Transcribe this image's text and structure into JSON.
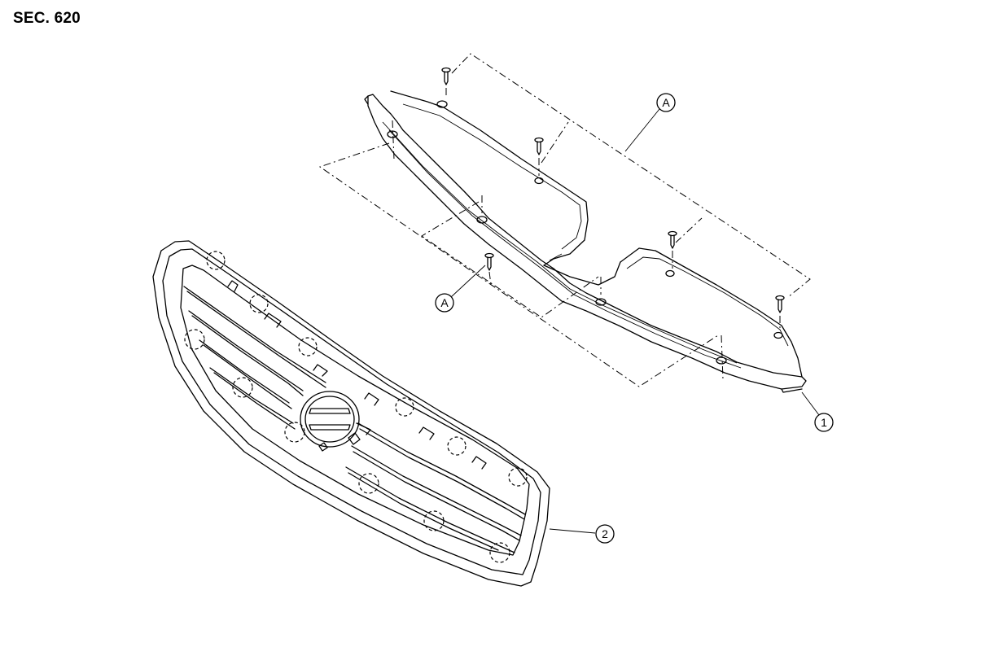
{
  "header": {
    "section": "SEC. 620"
  },
  "callouts": {
    "ref_a_top": "A",
    "ref_a_left": "A",
    "part_1": "1",
    "part_2": "2"
  }
}
